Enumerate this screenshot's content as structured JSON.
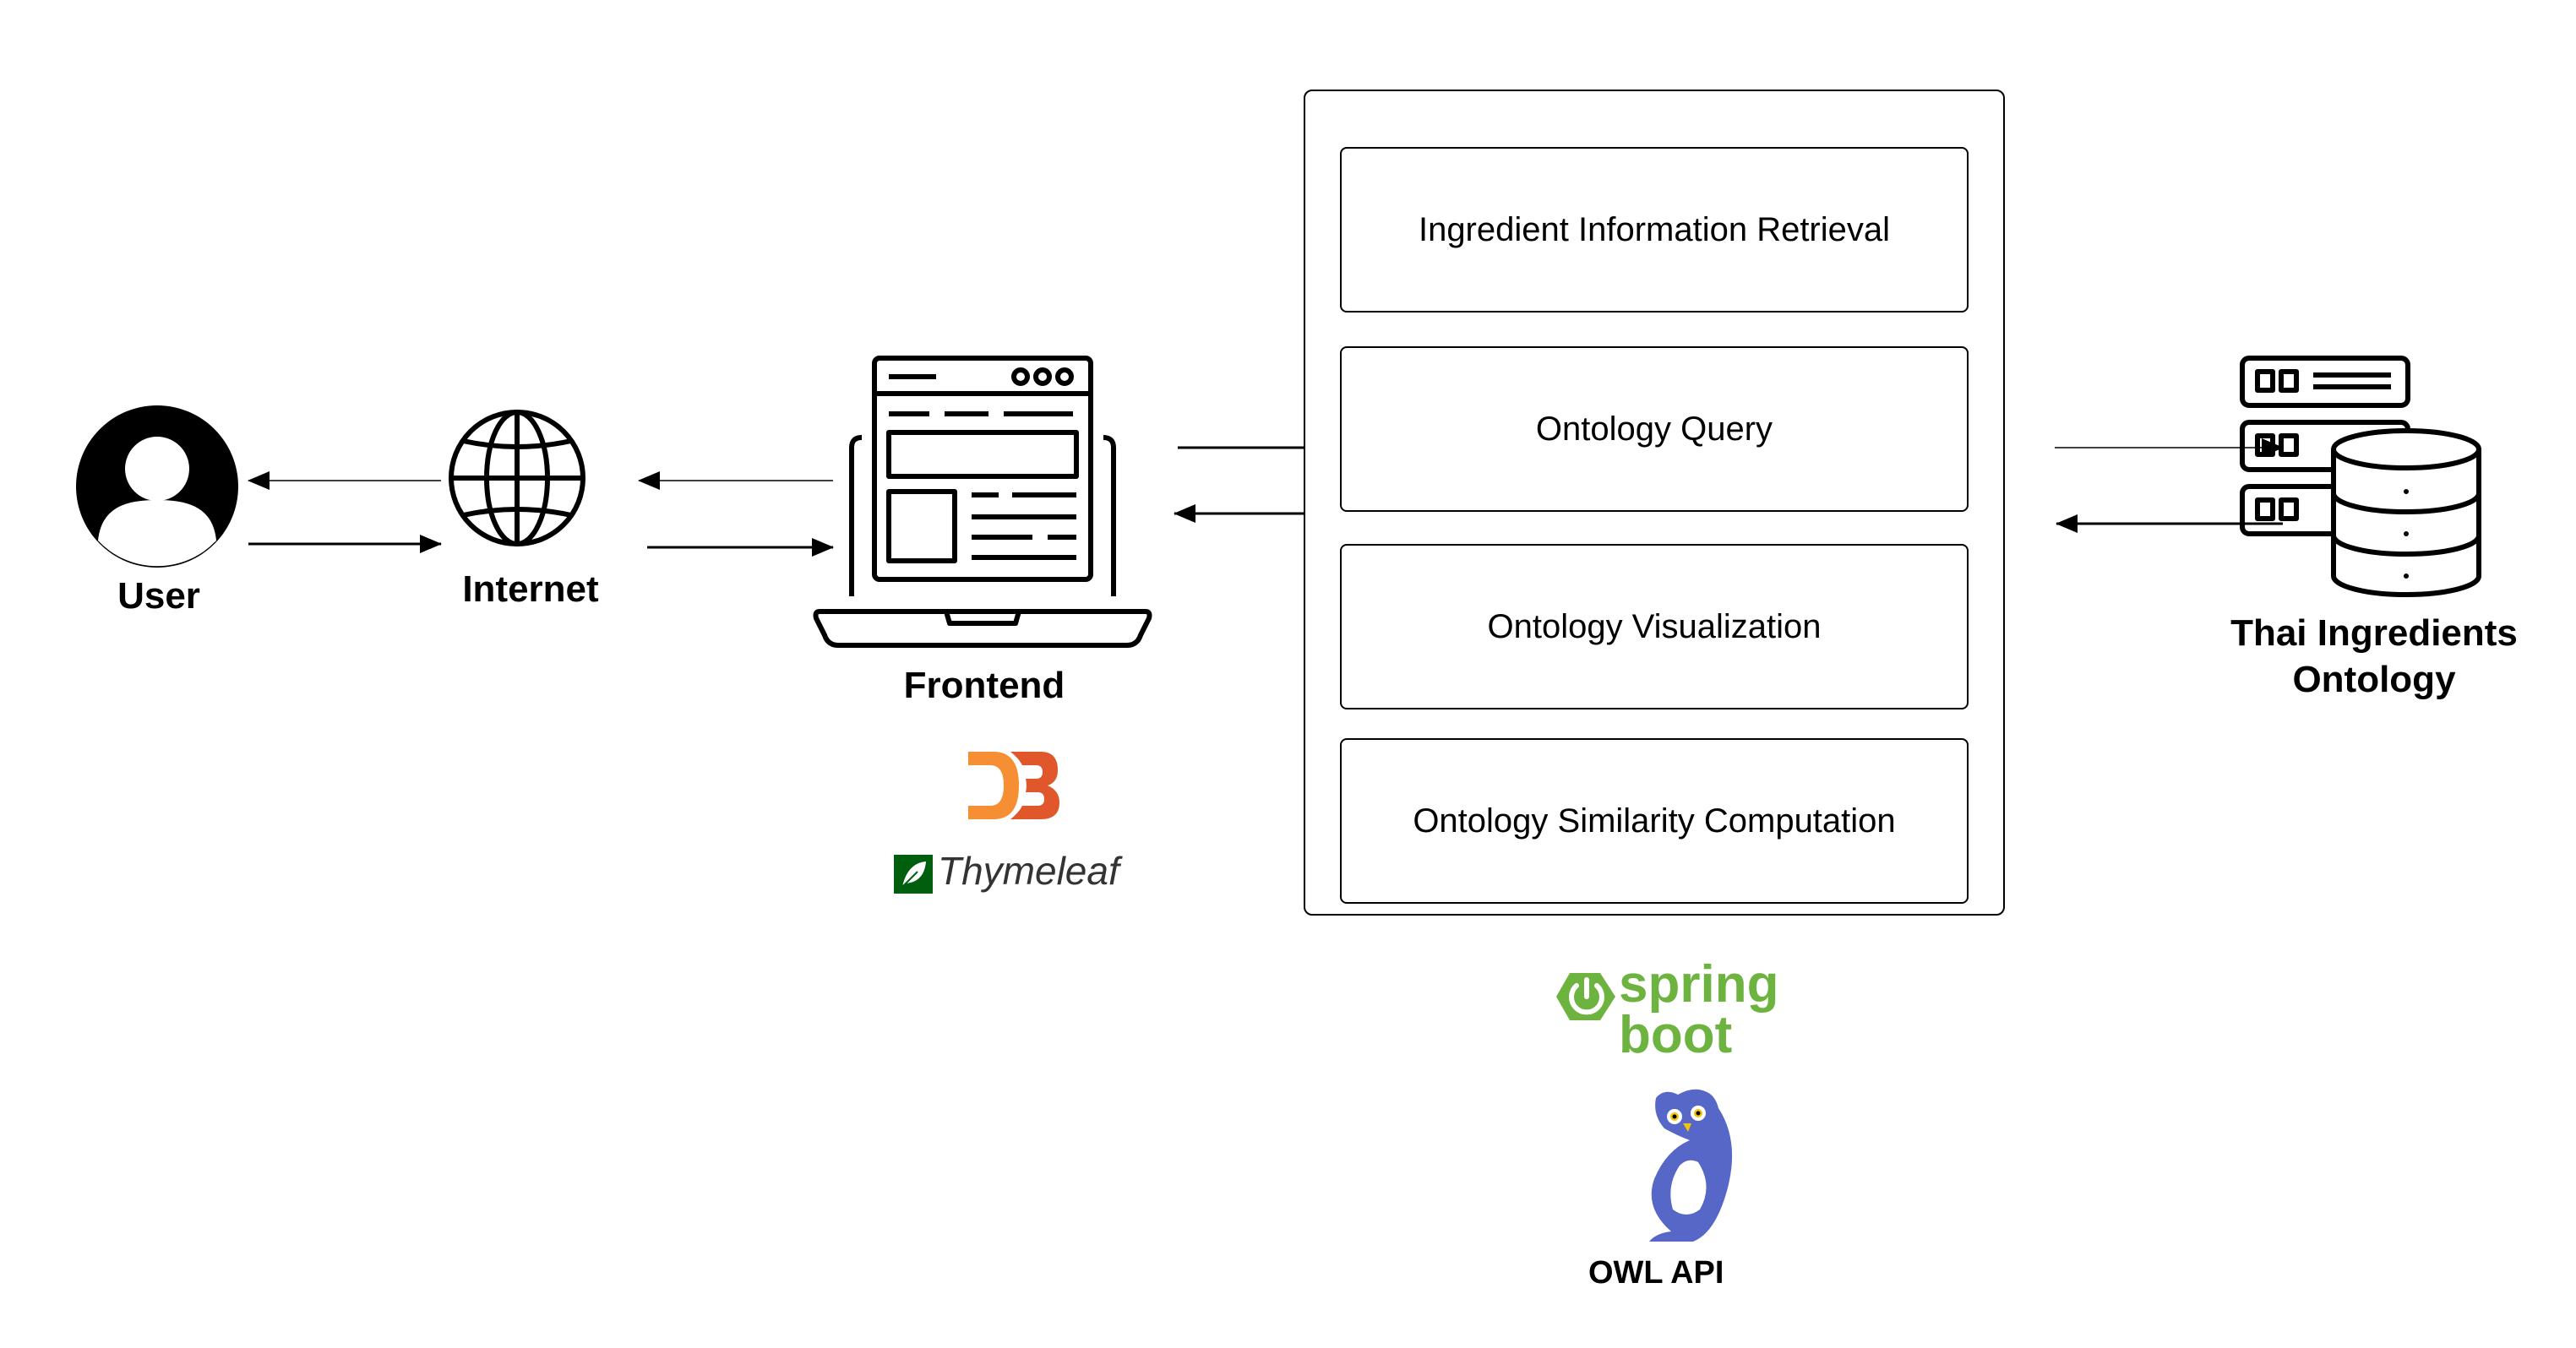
{
  "nodes": {
    "user": "User",
    "internet": "Internet",
    "frontend": "Frontend",
    "ontology_line1": "Thai Ingredients",
    "ontology_line2": "Ontology"
  },
  "backend": {
    "services": [
      "Ingredient Information Retrieval",
      "Ontology Query",
      "Ontology Visualization",
      "Ontology Similarity Computation"
    ]
  },
  "logos": {
    "d3_icon": "d3-logo",
    "thymeleaf": "Thymeleaf",
    "spring_line1": "spring",
    "spring_line2": "boot",
    "owl_api": "OWL API"
  },
  "colors": {
    "line": "#000000",
    "thymeleaf_green": "#005f0f",
    "spring_green": "#6db33f",
    "owl_blue": "#5767c7",
    "d3_orange": "#f68e33"
  }
}
